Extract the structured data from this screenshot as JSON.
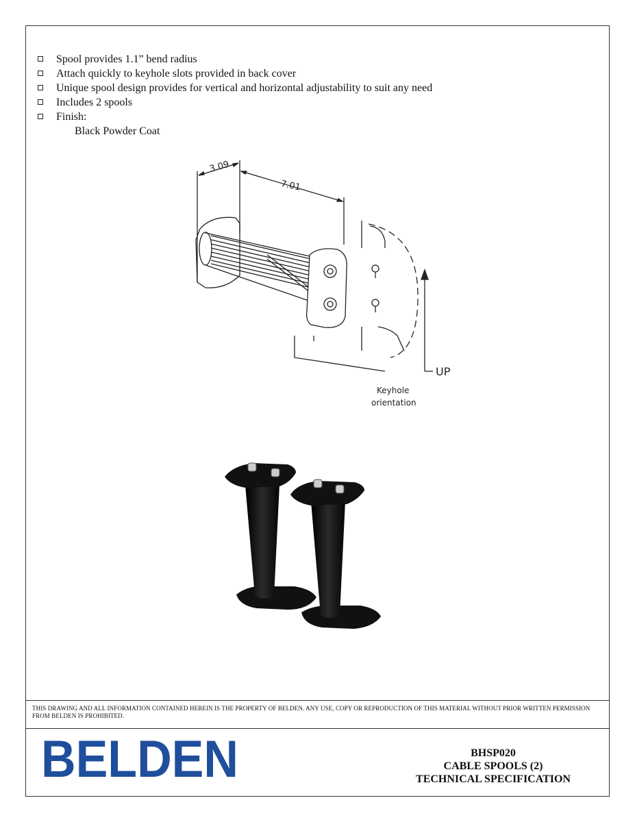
{
  "features": [
    "Spool provides 1.1” bend radius",
    "Attach quickly to keyhole slots provided in back cover",
    "Unique spool design provides for vertical and horizontal adjustability to suit any need",
    "Includes 2 spools",
    "Finish:"
  ],
  "finish_value": "Black Powder Coat",
  "drawing": {
    "dim_width": "3.09",
    "dim_length": "7.01",
    "direction_label": "UP",
    "keyhole_label_line1": "Keyhole",
    "keyhole_label_line2": "orientation"
  },
  "notice": "THIS DRAWING AND ALL INFORMATION CONTAINED HEREIN IS THE PROPERTY OF BELDEN.  ANY USE, COPY OR REPRODUCTION OF THIS MATERIAL WITHOUT PRIOR WRITTEN PERMISSION FROM BELDEN IS PROHIBITED.",
  "logo_text": "BELDEN",
  "title_block": {
    "part_number": "BHSP020",
    "product_name": "CABLE SPOOLS (2)",
    "doc_type": "TECHNICAL SPECIFICATION"
  },
  "colors": {
    "logo_blue": "#1f4e9c",
    "spool_black": "#111111"
  }
}
